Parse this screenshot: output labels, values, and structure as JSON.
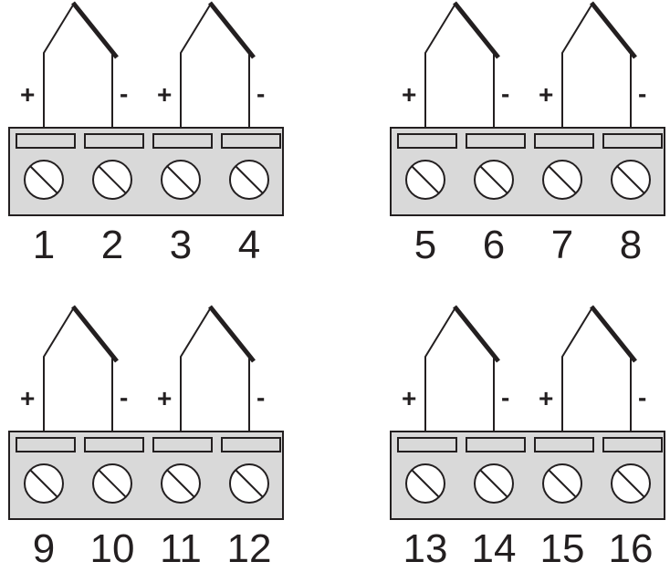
{
  "colors": {
    "ink": "#231f20",
    "block_fill": "#d9d9d9",
    "screw_fill": "#ffffff",
    "background": "#ffffff"
  },
  "blocks": [
    {
      "terminals": [
        "1",
        "2",
        "3",
        "4"
      ],
      "pairs": [
        {
          "plus": "+",
          "minus": "-"
        },
        {
          "plus": "+",
          "minus": "-"
        }
      ]
    },
    {
      "terminals": [
        "5",
        "6",
        "7",
        "8"
      ],
      "pairs": [
        {
          "plus": "+",
          "minus": "-"
        },
        {
          "plus": "+",
          "minus": "-"
        }
      ]
    },
    {
      "terminals": [
        "9",
        "10",
        "11",
        "12"
      ],
      "pairs": [
        {
          "plus": "+",
          "minus": "-"
        },
        {
          "plus": "+",
          "minus": "-"
        }
      ]
    },
    {
      "terminals": [
        "13",
        "14",
        "15",
        "16"
      ],
      "pairs": [
        {
          "plus": "+",
          "minus": "-"
        },
        {
          "plus": "+",
          "minus": "-"
        }
      ]
    }
  ]
}
